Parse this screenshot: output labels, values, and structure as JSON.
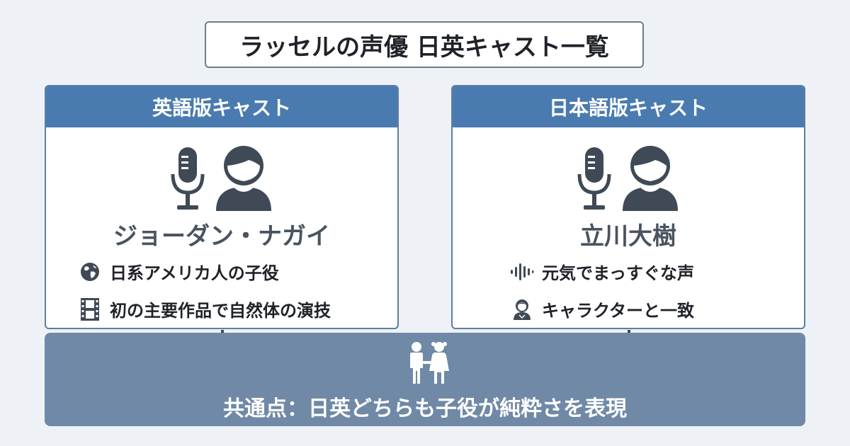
{
  "title": "ラッセルの声優 日英キャスト一覧",
  "colors": {
    "header": "#4a7bb0",
    "bottom": "#6f89a6",
    "icon": "#3f4a56"
  },
  "english": {
    "header": "英語版キャスト",
    "name": "ジョーダン・ナガイ",
    "features": [
      {
        "icon": "globe-icon",
        "text": "日系アメリカ人の子役"
      },
      {
        "icon": "film-icon",
        "text": "初の主要作品で自然体の演技"
      }
    ]
  },
  "japanese": {
    "header": "日本語版キャスト",
    "name": "立川大樹",
    "features": [
      {
        "icon": "soundwave-icon",
        "text": "元気でまっすぐな声"
      },
      {
        "icon": "character-icon",
        "text": "キャラクターと一致"
      }
    ]
  },
  "common": {
    "icon": "children-icon",
    "text": "共通点：日英どちらも子役が純粋さを表現"
  }
}
